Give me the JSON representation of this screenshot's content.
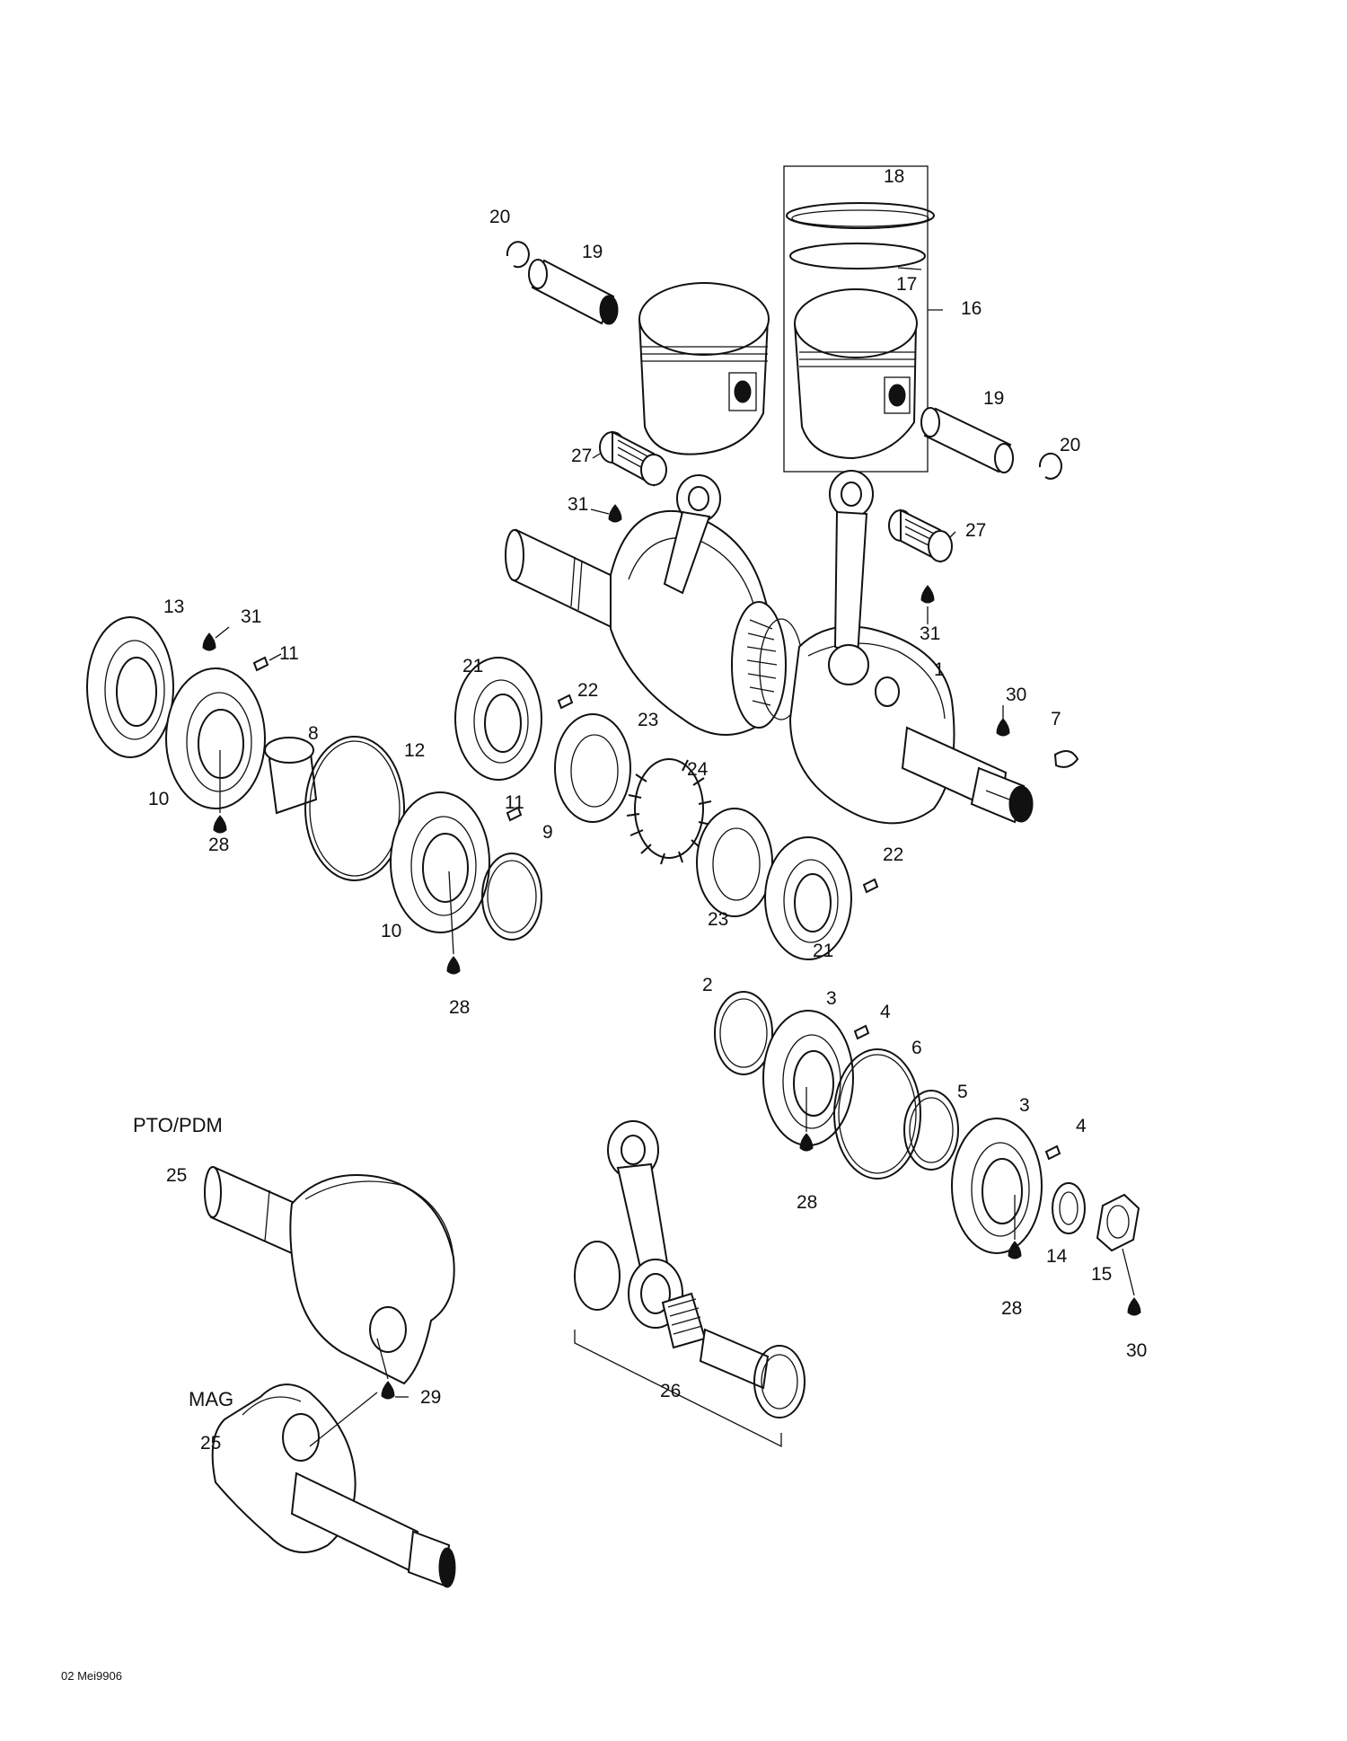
{
  "callouts": {
    "n1": "1",
    "n2": "2",
    "n3a": "3",
    "n3b": "3",
    "n4a": "4",
    "n4b": "4",
    "n5": "5",
    "n6": "6",
    "n7": "7",
    "n8": "8",
    "n9": "9",
    "n10a": "10",
    "n10b": "10",
    "n11a": "11",
    "n11b": "11",
    "n12": "12",
    "n13": "13",
    "n14": "14",
    "n15": "15",
    "n16": "16",
    "n17": "17",
    "n18": "18",
    "n19a": "19",
    "n19b": "19",
    "n20a": "20",
    "n20b": "20",
    "n21a": "21",
    "n21b": "21",
    "n22a": "22",
    "n22b": "22",
    "n23a": "23",
    "n23b": "23",
    "n24": "24",
    "n25a": "25",
    "n25b": "25",
    "n26": "26",
    "n27a": "27",
    "n27b": "27",
    "n28a": "28",
    "n28b": "28",
    "n28c": "28",
    "n28d": "28",
    "n29": "29",
    "n30a": "30",
    "n30b": "30",
    "n31a": "31",
    "n31b": "31",
    "n31c": "31"
  },
  "section_labels": {
    "pto": "PTO/PDM",
    "mag": "MAG"
  },
  "drawing_code": "02 Mei9906"
}
